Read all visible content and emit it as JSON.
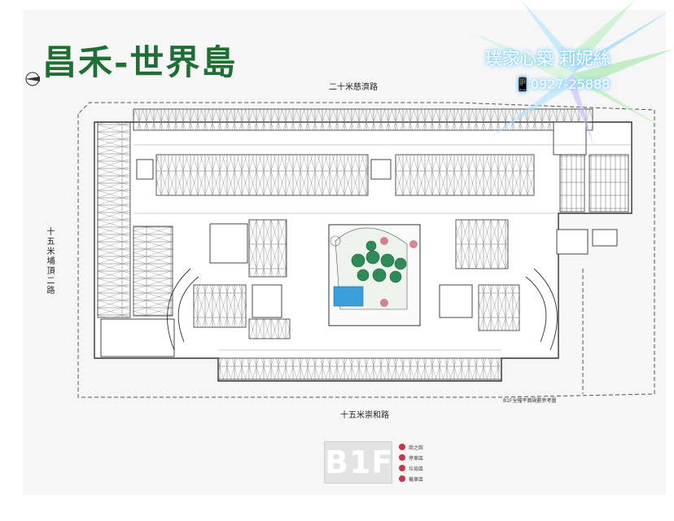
{
  "title": "昌禾-世界島",
  "watermark": {
    "brand": "璞家心築 莉妮絲",
    "phone": "📱0927-25888"
  },
  "roads": {
    "north": "二十米慈濟路",
    "south": "十五米崇和路",
    "west": "十五米埔頂二路"
  },
  "plan_caption": "B1F全幅平面規劃參考圖",
  "floor": "B1F",
  "legend": [
    "商之館",
    "停車區",
    "垃圾區",
    "機車區"
  ],
  "colors": {
    "title": "#1f6e33",
    "legend_marker": "#c7354c",
    "pool": "#3aa0dc",
    "courtyard_green": "#2e8b57"
  }
}
